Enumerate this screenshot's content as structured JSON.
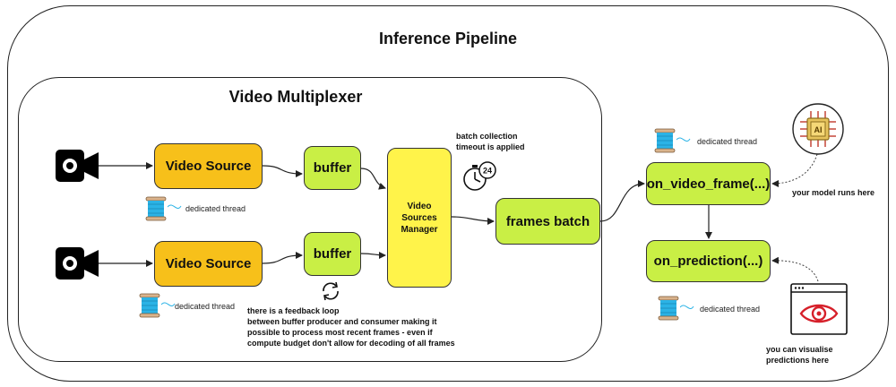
{
  "titles": {
    "outer": "Inference Pipeline",
    "inner": "Video Multiplexer"
  },
  "nodes": {
    "video_source_1": "Video Source",
    "video_source_2": "Video Source",
    "buffer_1": "buffer",
    "buffer_2": "buffer",
    "video_sources_manager": "Video\nSources\nManager",
    "frames_batch": "frames batch",
    "on_video_frame": "on_video_frame(...)",
    "on_prediction": "on_prediction(...)"
  },
  "notes": {
    "thread_1": "dedicated thread",
    "thread_2": "dedicated thread",
    "thread_3": "dedicated thread",
    "thread_4": "dedicated thread",
    "batch_timeout": "batch collection\ntimeout is applied",
    "feedback": "there is a feedback loop\nbetween buffer producer and consumer making it\npossible to process most recent frames - even if\ncompute budget don't allow for decoding of all frames",
    "model": "your model runs here",
    "visualise": "you can visualise\npredictions here",
    "timer_value": "24",
    "ai_label": "AI"
  },
  "icons": [
    "camera-icon",
    "thread-spool-icon",
    "timer-icon",
    "refresh-icon",
    "ai-chip-icon",
    "eye-window-icon"
  ],
  "colors": {
    "video_source": "#f7c01a",
    "buffer": "#c9ef45",
    "manager": "#fff34a",
    "spool": "#2bb3e6"
  }
}
